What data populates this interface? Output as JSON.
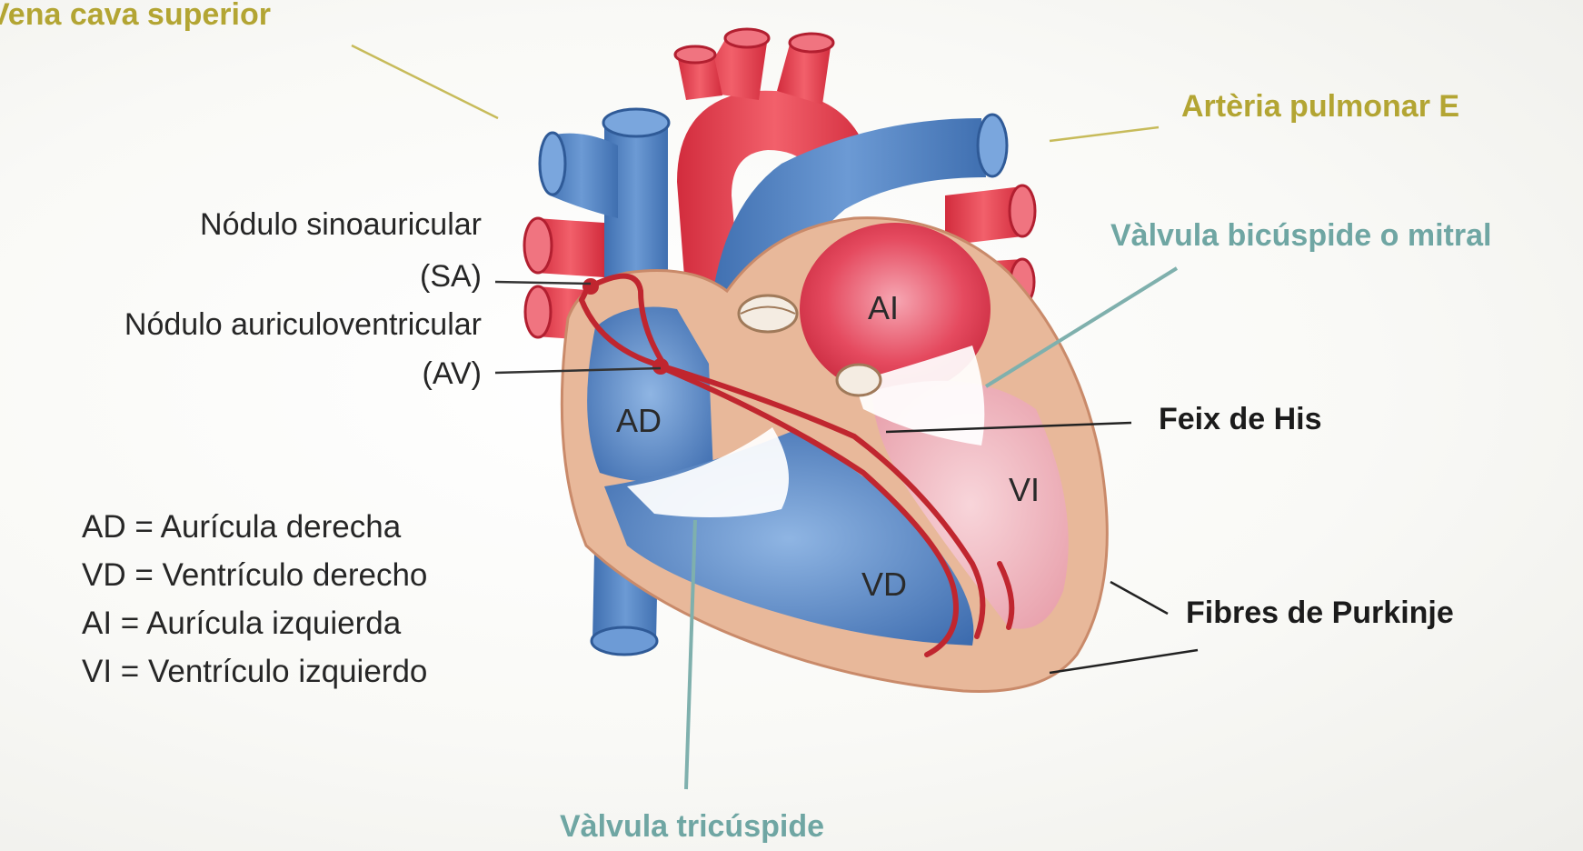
{
  "labels": {
    "vena_cava": "Vena cava superior",
    "arteria_pulmonar": "Artèria pulmonar E",
    "valvula_mitral": "Vàlvula bicúspide o mitral",
    "feix_his": "Feix de His",
    "fibres_purkinje": "Fibres de Purkinje",
    "valvula_tricuspide": "Vàlvula tricúspide",
    "nodulo_sa_1": "Nódulo sinoauricular",
    "nodulo_sa_2": "(SA)",
    "nodulo_av_1": "Nódulo auriculoventricular",
    "nodulo_av_2": "(AV)"
  },
  "chambers": {
    "ad": "AD",
    "ai": "AI",
    "vd": "VD",
    "vi": "VI"
  },
  "legend": [
    "AD = Aurícula derecha",
    "VD = Ventrículo derecho",
    "AI = Aurícula izquierda",
    "VI = Ventrículo izquierdo"
  ],
  "colors": {
    "label_gold": "#b3a533",
    "label_teal": "#6fa6a3",
    "vein_blue": "#4f7fbf",
    "artery_red": "#e03b4b",
    "muscle_tan": "#e8b89a",
    "conduction_red": "#c0262f"
  }
}
